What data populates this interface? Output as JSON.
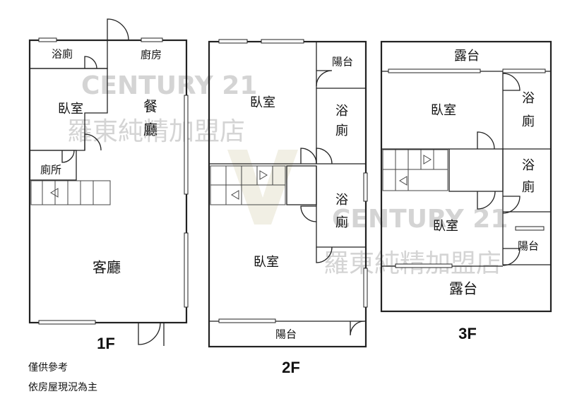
{
  "floors": {
    "f1": {
      "label": "1F",
      "rooms": {
        "bathroom": "浴廁",
        "kitchen": "廚房",
        "bedroom": "臥室",
        "dining_1": "餐",
        "dining_2": "廳",
        "toilet": "廁所",
        "living": "客廳"
      }
    },
    "f2": {
      "label": "2F",
      "rooms": {
        "balcony_top": "陽台",
        "bedroom_top": "臥室",
        "bath_top_1": "浴",
        "bath_top_2": "廁",
        "bath_mid_1": "浴",
        "bath_mid_2": "廁",
        "bedroom_bottom": "臥室",
        "balcony_bottom": "陽台"
      }
    },
    "f3": {
      "label": "3F",
      "rooms": {
        "terrace_top": "露台",
        "bedroom_top": "臥室",
        "bath_top_1": "浴",
        "bath_top_2": "廁",
        "bath_mid_1": "浴",
        "bath_mid_2": "廁",
        "bedroom_bottom": "臥室",
        "balcony": "陽台",
        "terrace_bottom": "露台"
      }
    }
  },
  "watermark": {
    "brand": "CENTURY 21",
    "store": "羅東純精加盟店"
  },
  "notes": {
    "line1": "僅供參考",
    "line2": "依房屋現況為主"
  }
}
